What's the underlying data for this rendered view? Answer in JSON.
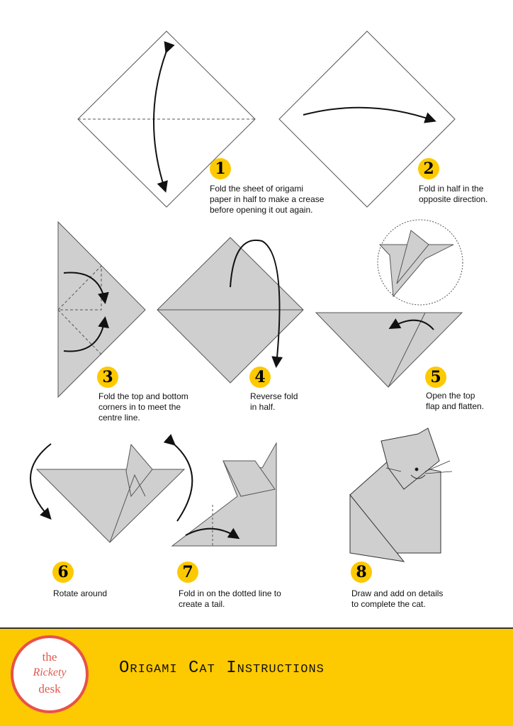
{
  "steps": [
    {
      "num": "1",
      "text": "Fold the sheet of origami\npaper in half to make a crease\nbefore opening it out again."
    },
    {
      "num": "2",
      "text": "Fold in half in the\nopposite direction."
    },
    {
      "num": "3",
      "text": "Fold the top and bottom\ncorners in to meet the\ncentre line."
    },
    {
      "num": "4",
      "text": "Reverse fold\nin half."
    },
    {
      "num": "5",
      "text": "Open the top\nflap and flatten."
    },
    {
      "num": "6",
      "text": "Rotate around"
    },
    {
      "num": "7",
      "text": "Fold in on the dotted line to\ncreate a tail."
    },
    {
      "num": "8",
      "text": "Draw and add on details\nto complete the cat."
    }
  ],
  "footer": {
    "title": "Origami Cat Instructions",
    "logo": {
      "line1": "the",
      "line2": "Rickety",
      "line3": "desk"
    }
  },
  "colors": {
    "accent": "#fdc900",
    "logo": "#e8524a",
    "paper": "#cfcfcf"
  }
}
